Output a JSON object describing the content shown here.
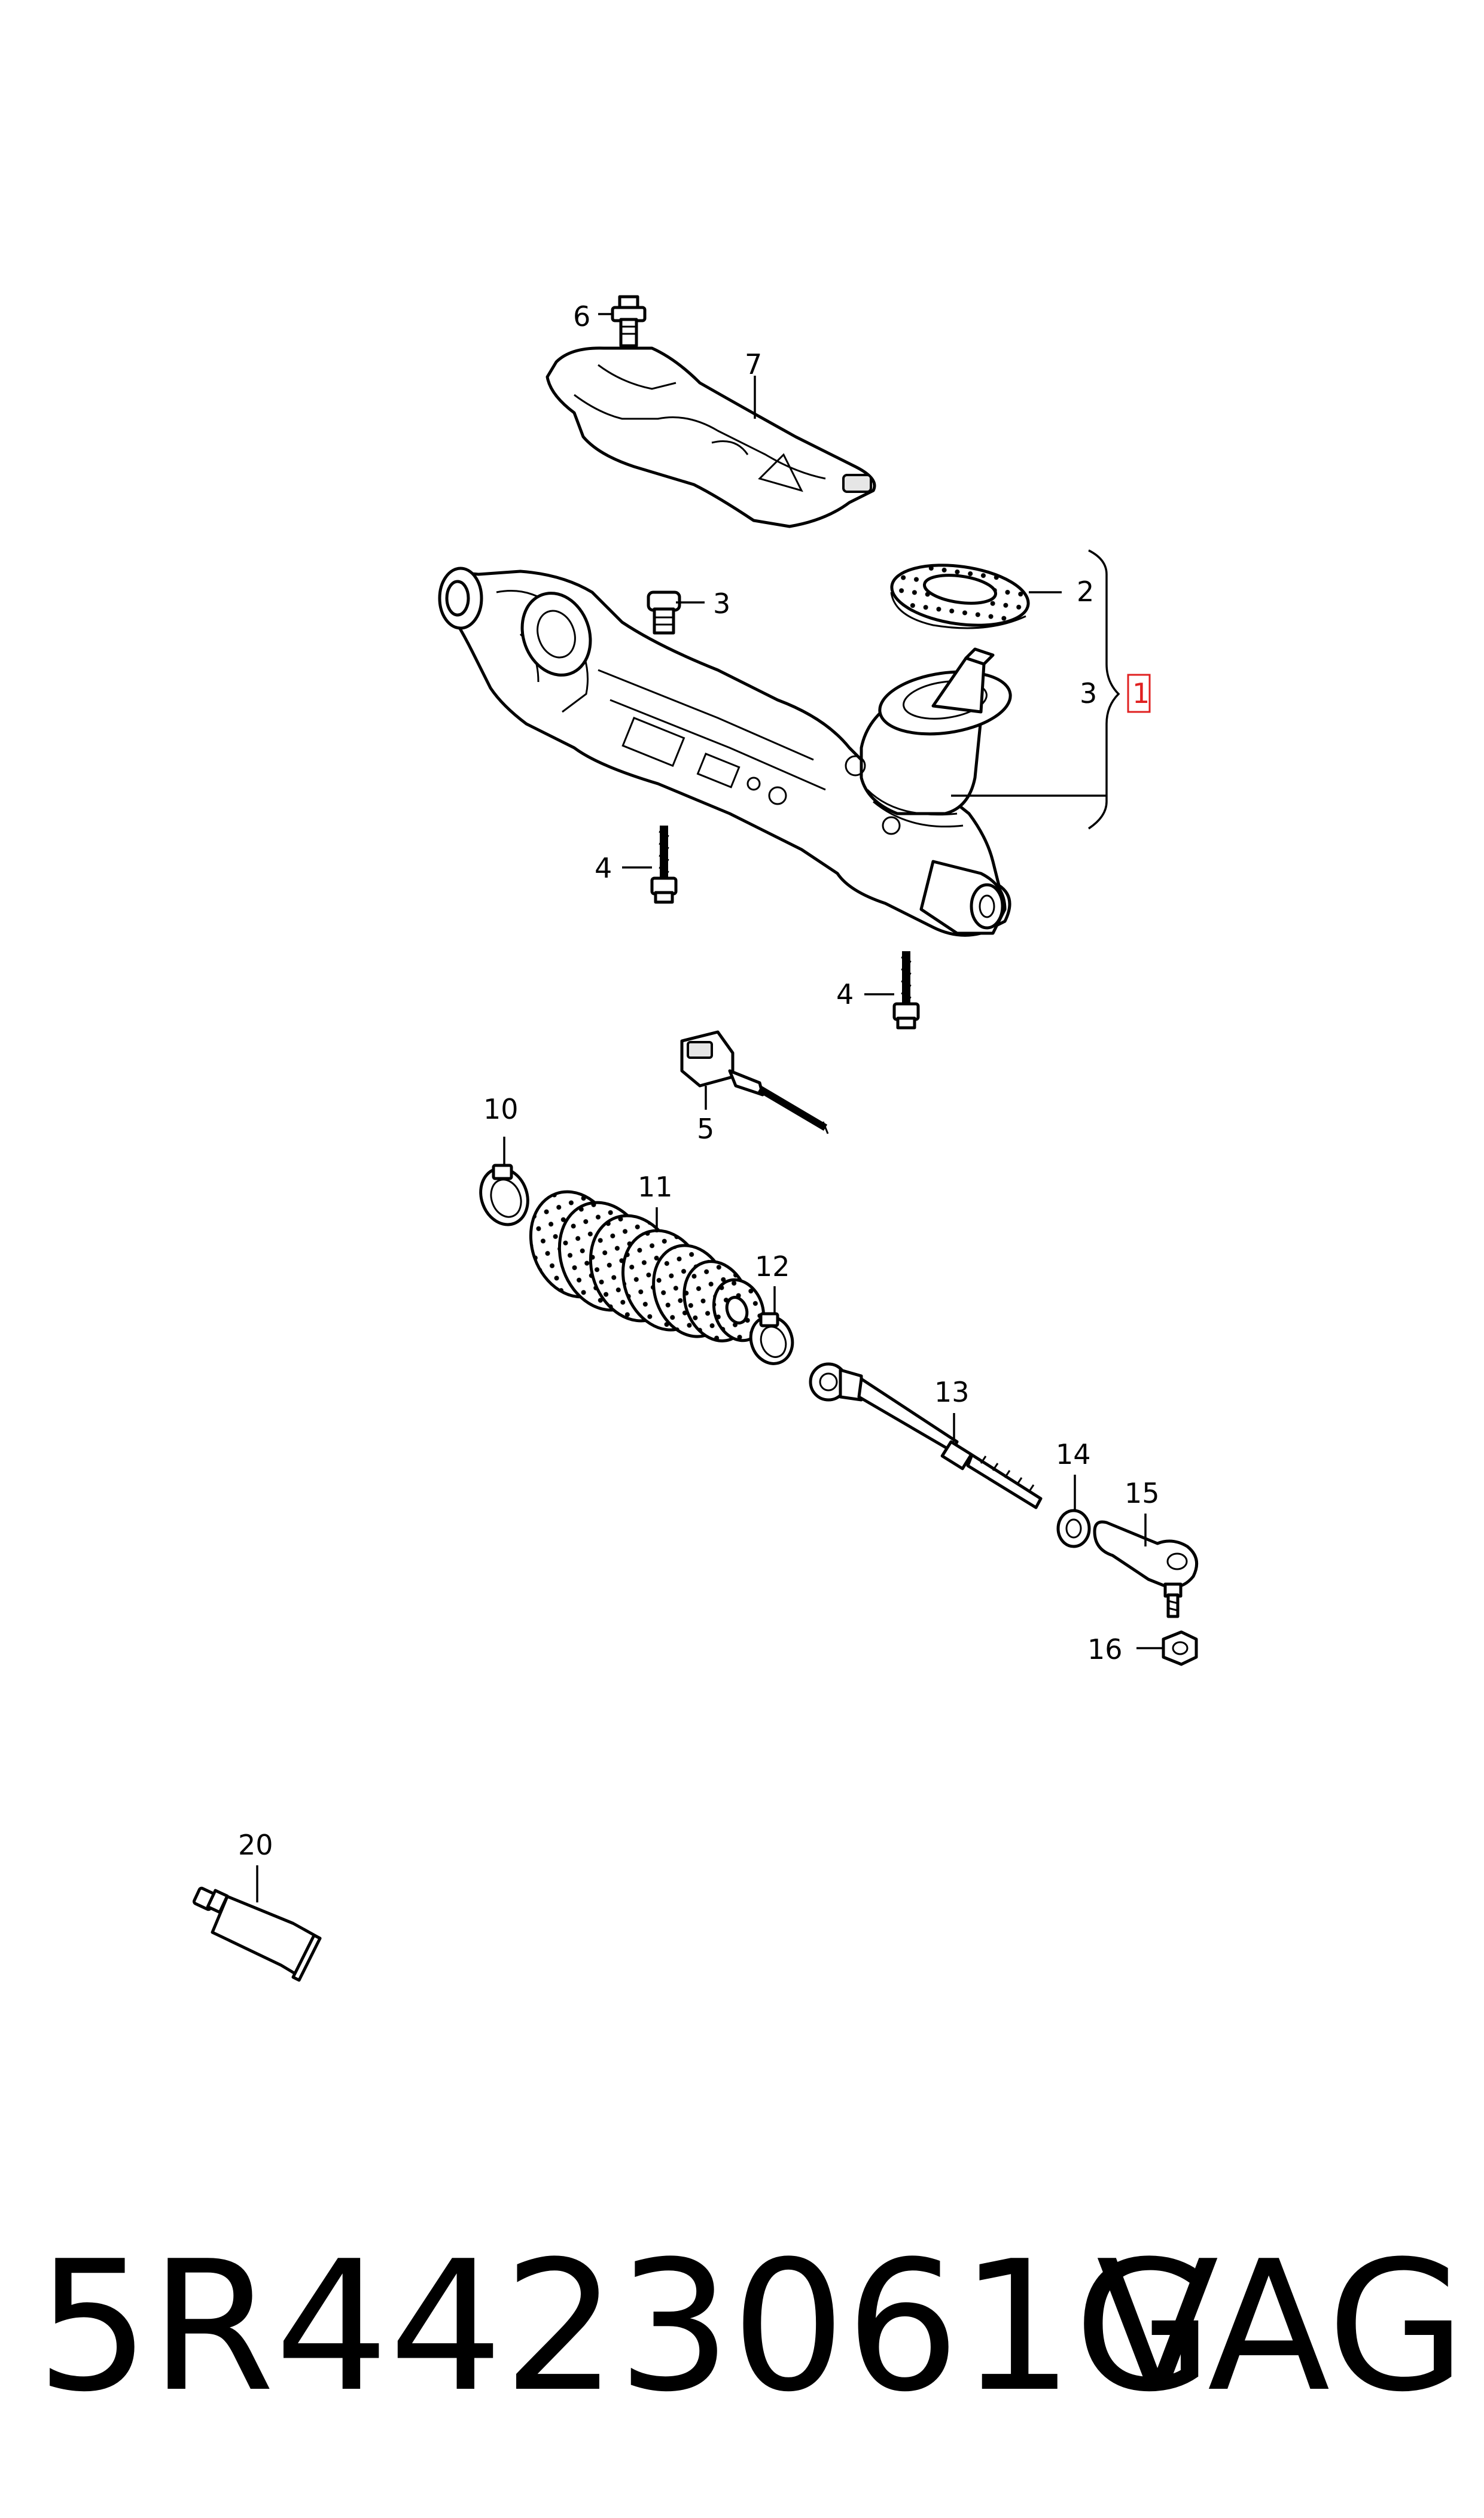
{
  "callouts": {
    "c1": "1",
    "c2": "2",
    "c3a": "3",
    "c3b": "3",
    "c4a": "4",
    "c4b": "4",
    "c5": "5",
    "c6": "6",
    "c7": "7",
    "c10": "10",
    "c11": "11",
    "c12": "12",
    "c13": "13",
    "c14": "14",
    "c15": "15",
    "c16": "16",
    "c20": "20"
  },
  "footer": {
    "part_number": "5R4423061G",
    "brand": "VAG"
  },
  "colors": {
    "highlight_box": "#e02020",
    "line": "#000000"
  }
}
